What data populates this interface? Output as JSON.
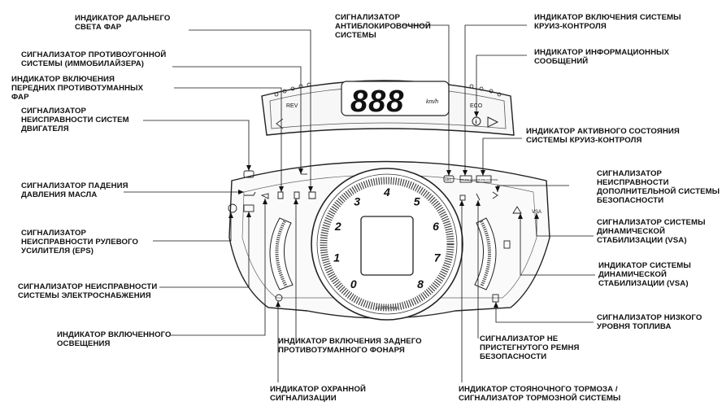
{
  "labels": {
    "high_beam": "ИНДИКАТОР ДАЛЬНЕГО\nСВЕТА ФАР",
    "immobilizer": "СИГНАЛИЗАТОР ПРОТИВОУГОННОЙ\nСИСТЕМЫ (ИММОБИЛАЙЗЕРА)",
    "front_fog": "ИНДИКАТОР ВКЛЮЧЕНИЯ\nПЕРЕДНИХ ПРОТИВОТУМАННЫХ\nФАР",
    "engine": "СИГНАЛИЗАТОР\nНЕИСПРАВНОСТИ СИСТЕМ\nДВИГАТЕЛЯ",
    "oil": "СИГНАЛИЗАТОР ПАДЕНИЯ\nДАВЛЕНИЯ МАСЛА",
    "eps": "СИГНАЛИЗАТОР\nНЕИСПРАВНОСТИ РУЛЕВОГО\nУСИЛИТЕЛЯ (EPS)",
    "charging": "СИГНАЛИЗАТОР НЕИСПРАВНОСТИ\nСИСТЕМЫ ЭЛЕКТРОСНАБЖЕНИЯ",
    "lights_on": "ИНДИКАТОР ВКЛЮЧЕННОГО\nОСВЕЩЕНИЯ",
    "security": "ИНДИКАТОР ОХРАННОЙ\nСИГНАЛИЗАЦИИ",
    "rear_fog": "ИНДИКАТОР ВКЛЮЧЕНИЯ ЗАДНЕГО\nПРОТИВОТУМАННОГО ФОНАРЯ",
    "abs": "СИГНАЛИЗАТОР\nАНТИБЛОКИРОВОЧНОЙ\nСИСТЕМЫ",
    "cruise_main": "ИНДИКАТОР ВКЛЮЧЕНИЯ СИСТЕМЫ\nКРУИЗ-КОНТРОЛЯ",
    "info": "ИНДИКАТОР ИНФОРМАЦИОННЫХ\nСООБЩЕНИЙ",
    "cruise_active": "ИНДИКАТОР АКТИВНОГО СОСТОЯНИЯ\nСИСТЕМЫ КРУИЗ-КОНТРОЛЯ",
    "srs": "СИГНАЛИЗАТОР\nНЕИСПРАВНОСТИ\nДОПОЛНИТЕЛЬНОЙ СИСТЕМЫ\nБЕЗОПАСНОСТИ",
    "vsa1": "СИГНАЛИЗАТОР СИСТЕМЫ\nДИНАМИЧЕСКОЙ\nСТАБИЛИЗАЦИИ (VSA)",
    "vsa2": "ИНДИКАТОР СИСТЕМЫ\nДИНАМИЧЕСКОЙ\nСТАБИЛИЗАЦИИ (VSA)",
    "fuel": "СИГНАЛИЗАТОР НИЗКОГО\nУРОВНЯ ТОПЛИВА",
    "seatbelt": "СИГНАЛИЗАТОР НЕ\nПРИСТЕГНУТОГО РЕМНЯ\nБЕЗОПАСНОСТИ",
    "brake": "ИНДИКАТОР СТОЯНОЧНОГО ТОРМОЗА /\nСИГНАЛИЗАТОР ТОРМОЗНОЙ СИСТЕМЫ"
  },
  "display": {
    "speed_digits": "888",
    "speed_unit": "km/h",
    "rev_label": "REV",
    "eco_label": "ECO"
  },
  "tachometer": {
    "scale_numbers": [
      "0",
      "1",
      "2",
      "3",
      "4",
      "5",
      "6",
      "7",
      "8"
    ],
    "unit": "x1000r/min"
  },
  "indicator_texts": {
    "abs": "ABS",
    "cruise_main": "CRUISE MAIN",
    "cruise_control": "CRUISE CONTROL",
    "vsa": "VSA",
    "info": "i"
  }
}
